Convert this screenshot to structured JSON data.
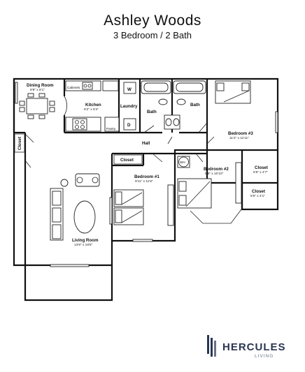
{
  "header": {
    "title": "Ashley Woods",
    "subtitle": "3 Bedroom / 2 Bath"
  },
  "rooms": {
    "dining": {
      "name": "Dining Room",
      "size": "8'8\" x 8'1\""
    },
    "kitchen": {
      "name": "Kitchen",
      "size": "8'2\" x 8'4\""
    },
    "laundry": {
      "name": "Laundry"
    },
    "bath1": {
      "name": "Bath"
    },
    "bath2": {
      "name": "Bath"
    },
    "bedroom3": {
      "name": "Bedroom #3",
      "size": "11'2\" x 11'11\""
    },
    "hall": {
      "name": "Hall"
    },
    "closet_main": {
      "name": "Closet"
    },
    "bedroom1": {
      "name": "Bedroom #1",
      "size": "9'11\" x 11'8\""
    },
    "bedroom2": {
      "name": "Bedroom #2",
      "size": "9'8\" x 10'10\""
    },
    "closet_b3": {
      "name": "Closet",
      "size": "5'5\" x 4'7\""
    },
    "closet_b2": {
      "name": "Closet",
      "size": "5'5\" x 4'1\""
    },
    "living": {
      "name": "Living Room",
      "size": "13'8\" x 18'5\""
    },
    "closet_small": {
      "name": "Closet"
    }
  },
  "fixtures": {
    "water_heater": "WH",
    "dryer": "D",
    "washer": "W",
    "pantry": "Pantry",
    "cabinets": "Cabinets"
  },
  "brand": {
    "name": "HERCULES",
    "tagline": "LIVING",
    "color": "#2a3552"
  }
}
